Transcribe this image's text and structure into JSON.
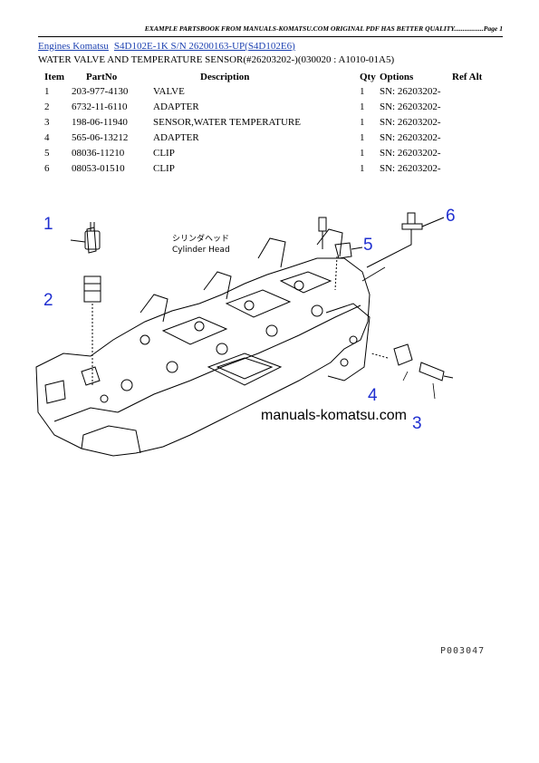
{
  "header": {
    "banner": "EXAMPLE PARTSBOOK FROM MANUALS-KOMATSU.COM ORIGINAL PDF HAS BETTER QUALITY.................Page 1"
  },
  "breadcrumb": {
    "link1": "Engines Komatsu",
    "link2": "S4D102E-1K S/N 26200163-UP(S4D102E6)"
  },
  "section_title": "WATER VALVE AND TEMPERATURE SENSOR(#26203202-)(030020 : A1010-01A5)",
  "table": {
    "headers": {
      "item": "Item",
      "partno": "PartNo",
      "description": "Description",
      "qty": "Qty",
      "options": "Options",
      "refalt": "Ref Alt"
    },
    "rows": [
      {
        "item": "1",
        "partno": "203-977-4130",
        "description": "VALVE",
        "qty": "1",
        "options": "SN: 26203202-",
        "refalt": ""
      },
      {
        "item": "2",
        "partno": "6732-11-6110",
        "description": "ADAPTER",
        "qty": "1",
        "options": "SN: 26203202-",
        "refalt": ""
      },
      {
        "item": "3",
        "partno": "198-06-11940",
        "description": "SENSOR,WATER TEMPERATURE",
        "qty": "1",
        "options": "SN: 26203202-",
        "refalt": ""
      },
      {
        "item": "4",
        "partno": "565-06-13212",
        "description": "ADAPTER",
        "qty": "1",
        "options": "SN: 26203202-",
        "refalt": ""
      },
      {
        "item": "5",
        "partno": "08036-11210",
        "description": "CLIP",
        "qty": "1",
        "options": "SN: 26203202-",
        "refalt": ""
      },
      {
        "item": "6",
        "partno": "08053-01510",
        "description": "CLIP",
        "qty": "1",
        "options": "SN: 26203202-",
        "refalt": ""
      }
    ]
  },
  "diagram": {
    "callouts": [
      "1",
      "2",
      "3",
      "4",
      "5",
      "6"
    ],
    "jp_label_line1": "シリンダヘッド",
    "jp_label_line2": "Cylinder Head",
    "watermark": "manuals-komatsu.com",
    "figure_code": "P003047"
  },
  "colors": {
    "link": "#1a3fb0",
    "callout": "#1f2fd0"
  }
}
